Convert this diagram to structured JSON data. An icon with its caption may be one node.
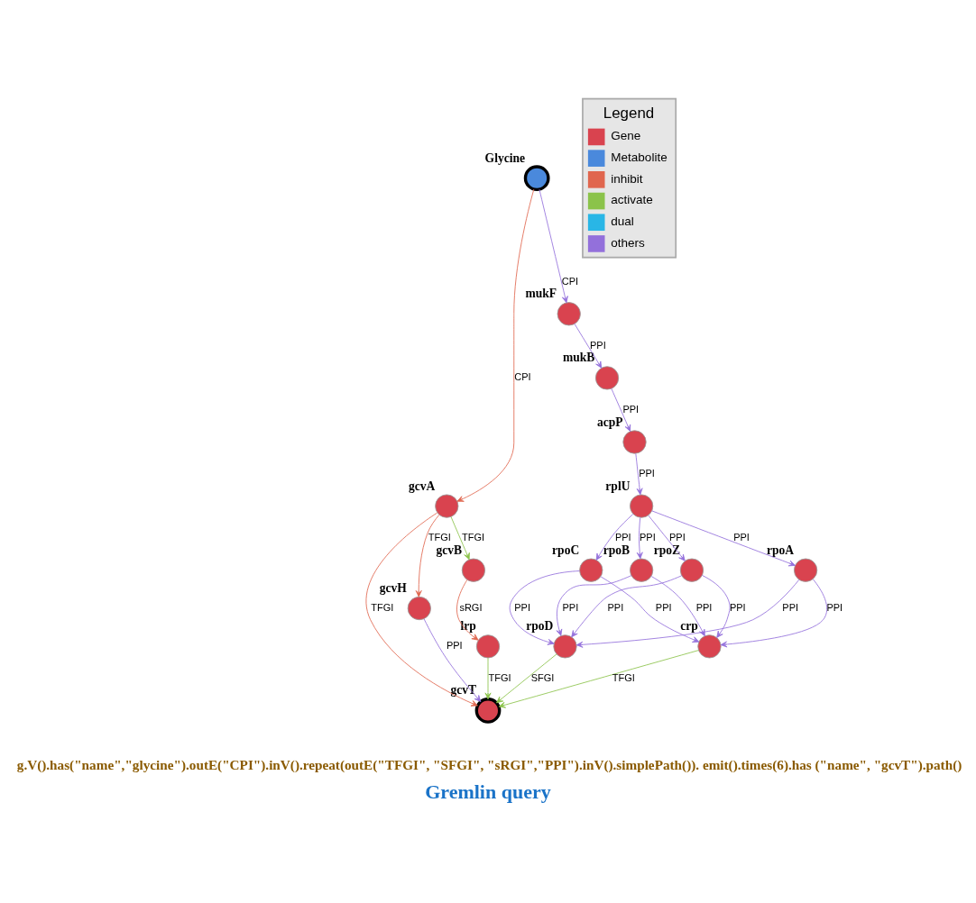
{
  "diagram": {
    "caption": "Gremlin query",
    "nodes": [
      {
        "text": [
          "Glycine"
        ]
      },
      {
        "text": [
          "mukF"
        ]
      },
      {
        "text": [
          "mukB"
        ]
      },
      {
        "text": [
          "acpP"
        ]
      },
      {
        "text": [
          "gcvA"
        ]
      },
      {
        "text": [
          "rplU"
        ]
      },
      {
        "text": [
          "gcvB"
        ]
      },
      {
        "text": [
          "rpoA"
        ]
      },
      {
        "text": [
          "rpoZ"
        ]
      },
      {
        "text": [
          "rpoB"
        ]
      },
      {
        "text": [
          "rpoC"
        ]
      },
      {
        "text": [
          "gcvH"
        ]
      },
      {
        "text": [
          "lrp"
        ]
      },
      {
        "text": [
          "rpoD"
        ]
      },
      {
        "text": [
          "crp"
        ]
      },
      {
        "text": [
          "gcvT"
        ]
      }
    ],
    "edges": [
      {
        "from": 0,
        "to": 1,
        "arrow": "to",
        "label": "CPI"
      },
      {
        "from": 0,
        "to": 4,
        "arrow": "to",
        "label": "CPI",
        "color": "#e0664e"
      },
      {
        "from": 1,
        "to": 2,
        "arrow": "to",
        "label": "PPI"
      },
      {
        "from": 2,
        "to": 3,
        "arrow": "to",
        "label": "PPI"
      },
      {
        "from": 3,
        "to": 5,
        "arrow": "to",
        "label": "PPI"
      },
      {
        "from": 5,
        "to": 7,
        "arrow": "to",
        "label": "PPI"
      },
      {
        "from": 5,
        "to": 8,
        "arrow": "to",
        "label": "PPI"
      },
      {
        "from": 5,
        "to": 9,
        "arrow": "to",
        "label": "PPI"
      },
      {
        "from": 5,
        "to": 10,
        "arrow": "to",
        "label": "PPI"
      },
      {
        "from": 4,
        "to": 6,
        "arrow": "to",
        "label": "TFGI",
        "color": "#8bc34a"
      },
      {
        "from": 4,
        "to": 11,
        "arrow": "to",
        "label": "TFGI",
        "color": "#e0664e"
      },
      {
        "from": 4,
        "to": 15,
        "arrow": "to",
        "label": "TFGI",
        "color": "#e0664e"
      },
      {
        "from": 6,
        "to": 12,
        "arrow": "to",
        "label": "sRGI",
        "color": "#e0664e"
      },
      {
        "from": 7,
        "to": 13,
        "arrow": "to",
        "label": "PPI"
      },
      {
        "from": 7,
        "to": 14,
        "arrow": "to",
        "label": "PPI"
      },
      {
        "from": 8,
        "to": 13,
        "arrow": "to",
        "label": "PPI"
      },
      {
        "from": 8,
        "to": 14,
        "arrow": "to",
        "label": "PPI"
      },
      {
        "from": 9,
        "to": 13,
        "arrow": "to",
        "label": "PPI"
      },
      {
        "from": 9,
        "to": 14,
        "arrow": "to",
        "label": "PPI"
      },
      {
        "from": 10,
        "to": 13,
        "arrow": "to",
        "label": "PPI"
      },
      {
        "from": 10,
        "to": 14,
        "arrow": "to",
        "label": "PPI"
      },
      {
        "from": 11,
        "to": 15,
        "arrow": "to",
        "label": "PPI"
      },
      {
        "from": 12,
        "to": 15,
        "arrow": "to",
        "label": "TFGI",
        "color": "#8bc34a"
      },
      {
        "from": 13,
        "to": 15,
        "arrow": "to",
        "label": "SFGI",
        "color": "#8bc34a"
      },
      {
        "from": 14,
        "to": 15,
        "arrow": "to",
        "label": "TFGI",
        "color": "#8bc34a"
      }
    ],
    "labels": [
      "Legend",
      "g.V().has(\"name\",\"glycine\").outE(\"CPI\").inV().repeat(outE(\"TFGI\", \"SFGI\", \"sRGI\",\"PPI\").inV().simplePath()). emit().times(6).has (\"name\", \"gcvT\").path()"
    ],
    "legend": [
      {
        "text": "Gene",
        "color": "#d9434f"
      },
      {
        "text": "Metabolite",
        "color": "#4a89dc"
      },
      {
        "text": "inhibit",
        "color": "#e0664e"
      },
      {
        "text": "activate",
        "color": "#8bc34a"
      },
      {
        "text": "dual",
        "color": "#29b6e6"
      },
      {
        "text": "others",
        "color": "#9370db"
      }
    ]
  }
}
